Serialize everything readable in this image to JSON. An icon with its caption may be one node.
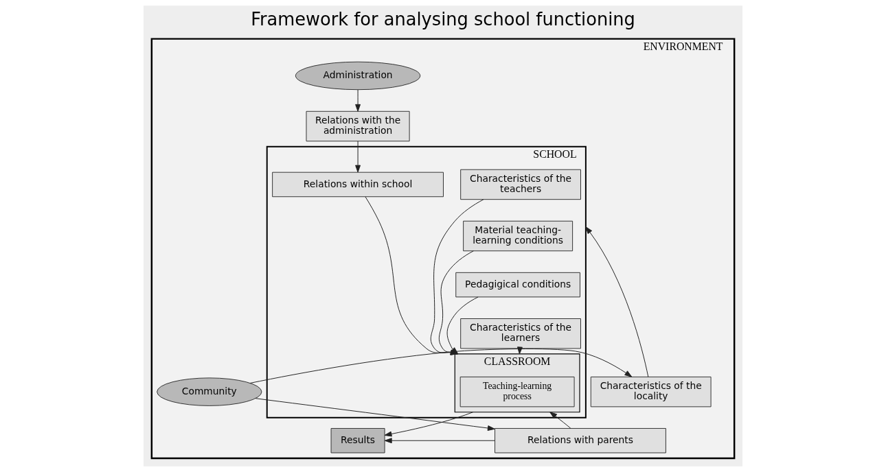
{
  "diagram": {
    "title": "Framework for analysing school functioning",
    "nodes": [
      {
        "text": [
          "ENVIRONMENT"
        ]
      },
      {
        "text": [
          "Administration"
        ],
        "in": 0
      },
      {
        "text": [
          "Relations with the administration"
        ],
        "in": 0
      },
      {
        "text": [
          "SCHOOL"
        ],
        "in": 0
      },
      {
        "text": [
          "Characteristics of the teachers"
        ],
        "in": 3
      },
      {
        "text": [
          "Relations within school"
        ],
        "in": 3
      },
      {
        "text": [
          "Material teaching-learning conditions"
        ],
        "in": 3
      },
      {
        "text": [
          "Pedagigical conditions"
        ],
        "in": 3
      },
      {
        "text": [
          "Characteristics of the learners"
        ],
        "in": 3
      },
      {
        "text": [
          "CLASSROOM"
        ],
        "in": 3
      },
      {
        "text": [
          "Teaching-learning process"
        ],
        "in": 9
      },
      {
        "text": [
          "Results"
        ],
        "in": 0
      },
      {
        "text": [
          "Relations with parents"
        ],
        "in": 0
      },
      {
        "text": [
          "Characteristics of the locality"
        ],
        "in": 0
      },
      {
        "text": [
          "Community"
        ],
        "in": 0
      }
    ],
    "edges": [
      {
        "from": 1,
        "to": 2,
        "arrow": "to"
      },
      {
        "from": 2,
        "to": 5,
        "arrow": "to"
      },
      {
        "from": 5,
        "to": 9,
        "arrow": "to"
      },
      {
        "from": 4,
        "to": 9,
        "arrow": "to"
      },
      {
        "from": 6,
        "to": 9,
        "arrow": "to"
      },
      {
        "from": 7,
        "to": 9,
        "arrow": "to"
      },
      {
        "from": 8,
        "to": 9,
        "arrow": "to"
      },
      {
        "from": 9,
        "to": 11,
        "arrow": "to"
      },
      {
        "from": 12,
        "to": 9,
        "arrow": "to"
      },
      {
        "from": 12,
        "to": 11,
        "arrow": "to"
      },
      {
        "from": 14,
        "to": 12,
        "arrow": "to"
      },
      {
        "from": 14,
        "to": 13,
        "arrow": "to"
      },
      {
        "from": 13,
        "to": 3,
        "arrow": "to"
      }
    ]
  }
}
